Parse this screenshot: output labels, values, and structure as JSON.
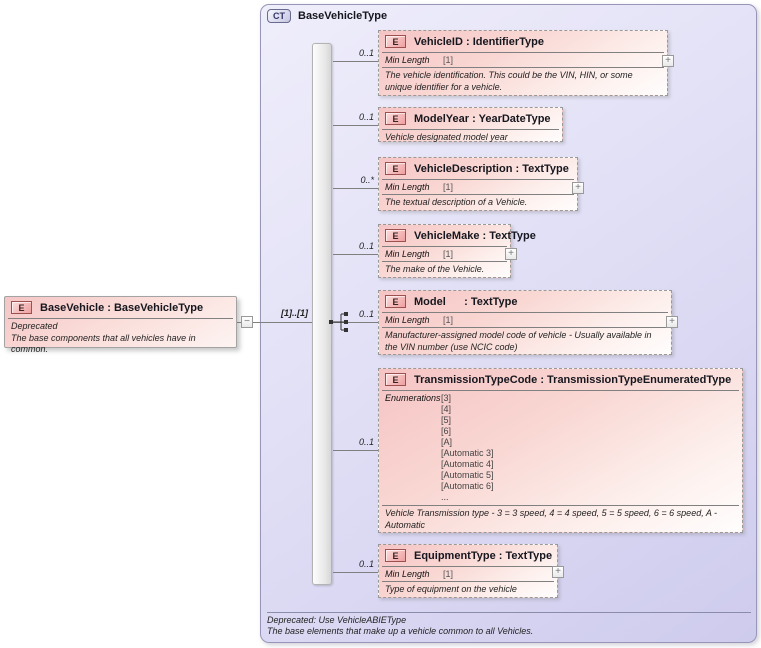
{
  "colors": {
    "element_pink": "#f5c4c4",
    "container_lavender": "#dedcf4",
    "badge_red_border": "#9c5050",
    "connector_gray": "#7f7f7f"
  },
  "ui": {
    "expand": "+",
    "collapse": "−"
  },
  "root_element": {
    "badge": "E",
    "title": "BaseVehicle : BaseVehicleType",
    "deprecated_label": "Deprecated",
    "description": "The base components that all vehicles have in common."
  },
  "complex_type": {
    "badge": "CT",
    "title": "BaseVehicleType",
    "compositor_cardinality": "[1]..[1]",
    "footer": {
      "deprecated_note": "Deprecated: Use VehicleABIEType",
      "description": "The base elements that make up a vehicle common to all Vehicles."
    }
  },
  "elements": [
    {
      "badge": "E",
      "title": "VehicleID : IdentifierType",
      "cardinality": "0..1",
      "facet_label": "Min Length",
      "facet_value": "[1]",
      "description": "The vehicle identification. This could be the VIN, HIN, or some unique identifier for a vehicle."
    },
    {
      "badge": "E",
      "title": "ModelYear : YearDateType",
      "cardinality": "0..1",
      "description": "Vehicle designated model year"
    },
    {
      "badge": "E",
      "title": "VehicleDescription : TextType",
      "cardinality": "0..*",
      "facet_label": "Min Length",
      "facet_value": "[1]",
      "description": "The textual description of a Vehicle."
    },
    {
      "badge": "E",
      "title": "VehicleMake : TextType",
      "cardinality": "0..1",
      "facet_label": "Min Length",
      "facet_value": "[1]",
      "description": "The make of the Vehicle."
    },
    {
      "badge": "E",
      "title": "Model      : TextType",
      "cardinality": "0..1",
      "facet_label": "Min Length",
      "facet_value": "[1]",
      "description": "Manufacturer-assigned model code of vehicle - Usually available in the VIN number (use NCIC code)"
    },
    {
      "badge": "E",
      "title": "TransmissionTypeCode : TransmissionTypeEnumeratedType",
      "cardinality": "0..1",
      "facet_label": "Enumerations",
      "enums": [
        "[3]",
        "[4]",
        "[5]",
        "[6]",
        "[A]",
        "[Automatic 3]",
        "[Automatic 4]",
        "[Automatic 5]",
        "[Automatic 6]",
        "..."
      ],
      "description": "Vehicle Transmission type - 3 = 3 speed, 4 = 4 speed, 5 = 5 speed, 6 = 6 speed, A - Automatic"
    },
    {
      "badge": "E",
      "title": "EquipmentType : TextType",
      "cardinality": "0..1",
      "facet_label": "Min Length",
      "facet_value": "[1]",
      "description": "Type of equipment on the vehicle"
    }
  ]
}
